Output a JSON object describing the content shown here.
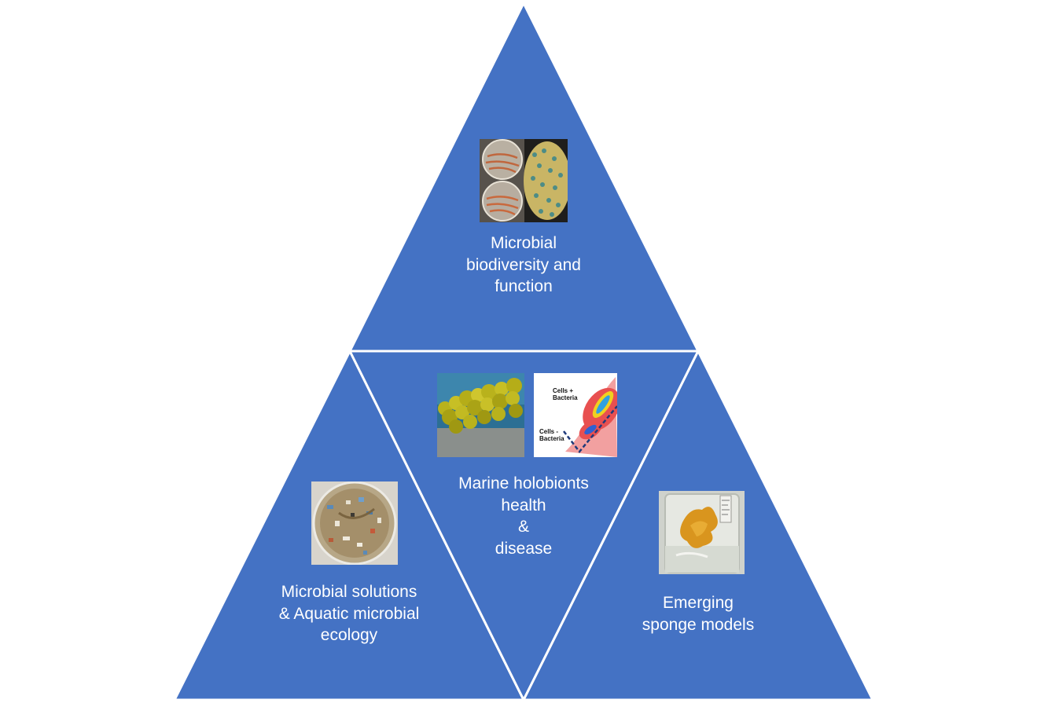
{
  "colors": {
    "triangle_fill": "#4472c4",
    "triangle_stroke": "#ffffff",
    "label_text": "#ffffff"
  },
  "sections": {
    "top": {
      "label": "Microbial\nbiodiversity and\nfunction",
      "image": "petri-dish-cultures-photo"
    },
    "center": {
      "label": "Marine holobionts\nhealth\n&\ndisease",
      "image_left": "yellow-sponge-photo",
      "image_right": "flow-cytometry-plot",
      "plot_labels": {
        "upper": "Cells +\nBacteria",
        "lower": "Cells -\nBacteria"
      }
    },
    "left": {
      "label": "Microbial solutions\n& Aquatic microbial\necology",
      "image": "microplastic-petri-dish-photo"
    },
    "right": {
      "label": "Emerging\nsponge models",
      "image": "sponge-in-beaker-photo"
    }
  }
}
